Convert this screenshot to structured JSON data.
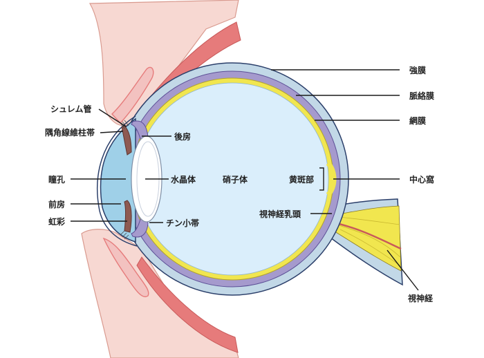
{
  "labels": {
    "sclera": "強膜",
    "choroid": "脈絡膜",
    "retina": "網膜",
    "fovea": "中心窩",
    "optic_nerve": "視神経",
    "schlemm_canal": "シュレム管",
    "trabecular_meshwork": "隅角線維柱帯",
    "posterior_chamber": "後房",
    "pupil": "瞳孔",
    "lens": "水晶体",
    "vitreous": "硝子体",
    "macula": "黄斑部",
    "anterior_chamber": "前房",
    "iris": "虹彩",
    "optic_disc": "視神経乳頭",
    "zonule": "チン小帯"
  },
  "colors": {
    "sclera": "#c2d8e7",
    "choroid": "#a59acd",
    "retina": "#f1e64f",
    "vitreous": "#daeefb",
    "anterior_chamber": "#9fd0e8",
    "lens": "#ffffff",
    "iris": "#8e5a52",
    "eyelid": "#f7d8d2",
    "lid_margin": "#e67b7b",
    "outline": "#2b3f6a",
    "text": "#222222"
  }
}
